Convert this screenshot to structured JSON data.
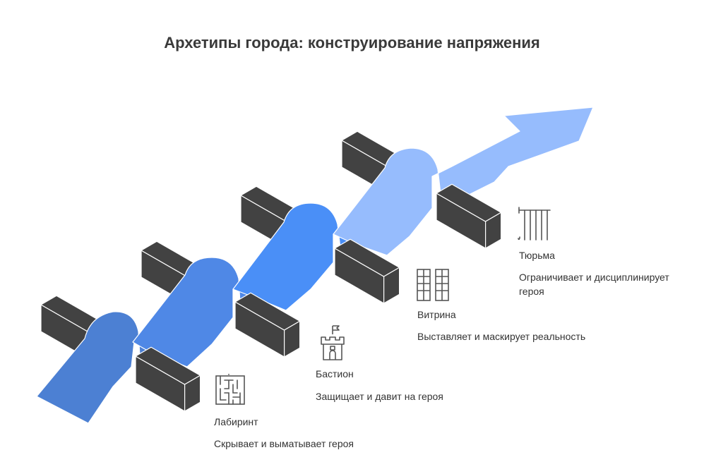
{
  "title": "Архетипы города: конструирование напряжения",
  "colors": {
    "block": "#424242",
    "block_edge": "#ffffff",
    "arrow": "#98bdfc",
    "stage1": "#4c80d3",
    "stage2": "#4f88e6",
    "stage3": "#4a8ff7",
    "stage4": "#96bcfd",
    "icon": "#555555"
  },
  "stages": [
    {
      "label": "Лабиринт",
      "description": "Скрывает и выматывает героя",
      "icon": "maze-icon"
    },
    {
      "label": "Бастион",
      "description": "Защищает и давит на героя",
      "icon": "castle-tower-icon"
    },
    {
      "label": "Витрина",
      "description": "Выставляет и маскирует реальность",
      "icon": "shop-window-icon"
    },
    {
      "label": "Тюрьма",
      "description": "Ограничивает и дисциплинирует героя",
      "icon": "prison-bars-icon"
    }
  ]
}
